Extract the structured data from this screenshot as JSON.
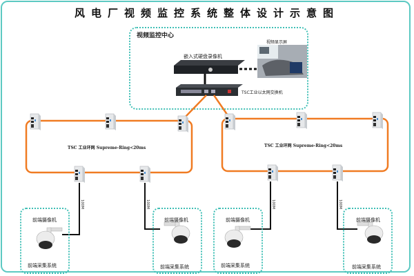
{
  "title": "风电厂视频监控系统整体设计示意图",
  "center": {
    "label": "视频监控中心",
    "nvr_label": "嵌入式硬盘录像机",
    "display_label": "视频显示屏",
    "switch_label": "TSC工业以太网交换机"
  },
  "rings": [
    {
      "label": "TSC 工业环网  Supreme-Ring<20ms"
    },
    {
      "label": "TSC 工业环网 Supreme-Ring<20ms"
    }
  ],
  "cable_label": "100M",
  "front_ends": [
    {
      "camera_label": "前端摄像机",
      "system_label": "前端采集系统"
    },
    {
      "camera_label": "前端摄像机",
      "system_label": "前端采集系统"
    },
    {
      "camera_label": "前端摄像机",
      "system_label": "前端采集系统"
    },
    {
      "camera_label": "前端摄像机",
      "system_label": "前端采集系统"
    }
  ],
  "colors": {
    "ring": "#f07b22",
    "dashed_box": "#3fbfb5",
    "frame": "#5cc9c2"
  }
}
